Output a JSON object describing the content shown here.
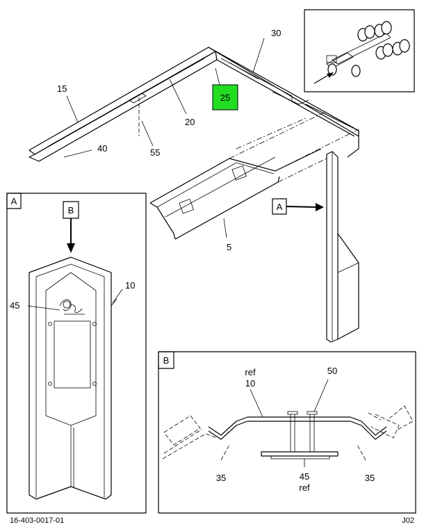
{
  "callouts": {
    "c30": "30",
    "c15": "15",
    "c25": "25",
    "c20": "20",
    "c40": "40",
    "c55": "55",
    "c5": "5",
    "c10": "10",
    "c45": "45",
    "c50": "50",
    "c35_left": "35",
    "c35_right": "35",
    "ref10_ref": "ref",
    "ref10_num": "10",
    "ref45_num": "45",
    "ref45_ref": "ref"
  },
  "views": {
    "a_tag": "A",
    "b_tag": "B",
    "a_pointer": "A",
    "b_pointer": "B"
  },
  "footer": {
    "part_number": "16-403-0017-01",
    "sheet": "J02"
  },
  "colors": {
    "highlight": "#22dd22"
  }
}
